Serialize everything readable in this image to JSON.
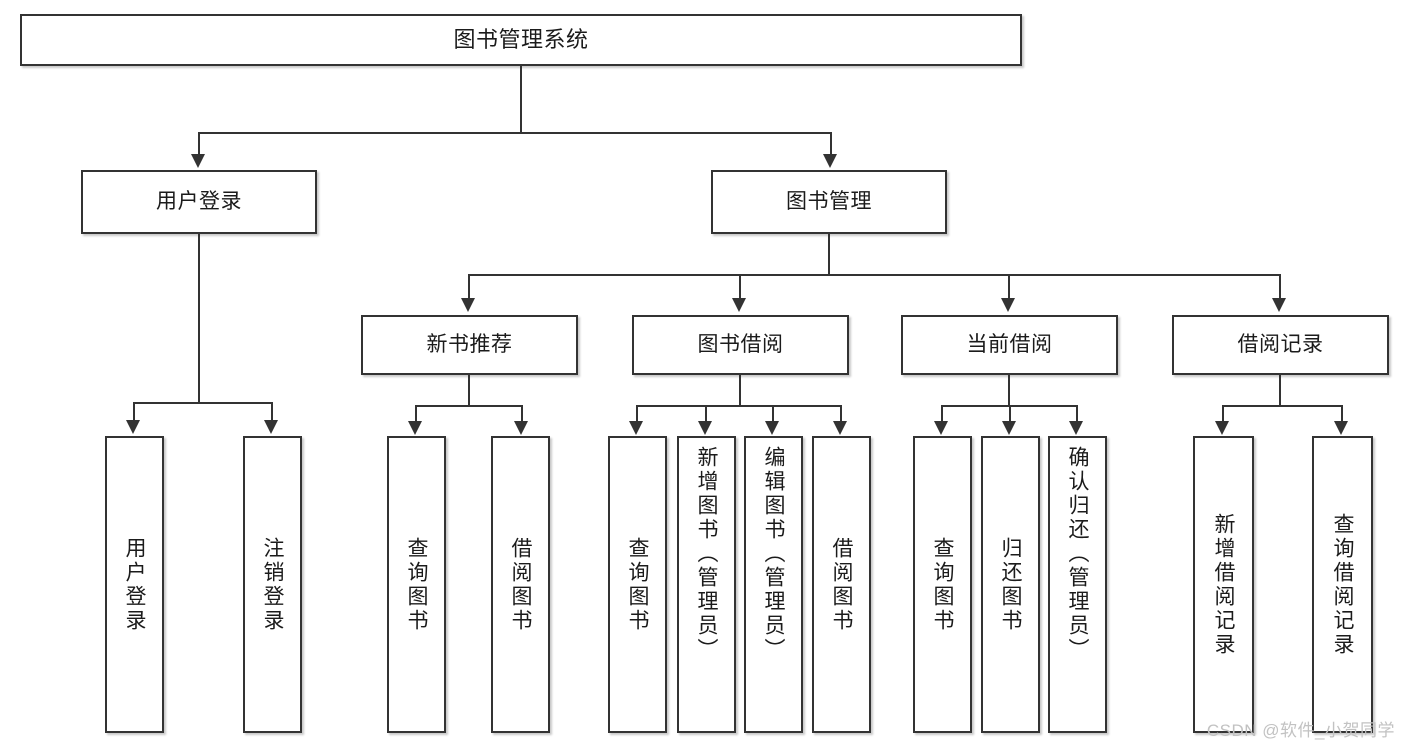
{
  "diagram": {
    "title": "图书管理系统",
    "type": "hierarchy-tree",
    "watermark": "CSDN @软件_小贺同学",
    "colors": {
      "stroke": "#333333",
      "fill": "#ffffff",
      "text": "#1b1b1b",
      "watermark": "#c2c2c2"
    },
    "levels": {
      "level1": [
        {
          "id": "root",
          "label": "图书管理系统"
        }
      ],
      "level2": [
        {
          "id": "user-login",
          "label": "用户登录"
        },
        {
          "id": "book-manage",
          "label": "图书管理"
        }
      ],
      "level3": [
        {
          "id": "new-book-recommend",
          "label": "新书推荐",
          "parent": "book-manage"
        },
        {
          "id": "book-borrow",
          "label": "图书借阅",
          "parent": "book-manage"
        },
        {
          "id": "current-borrow",
          "label": "当前借阅",
          "parent": "book-manage"
        },
        {
          "id": "borrow-record",
          "label": "借阅记录",
          "parent": "book-manage"
        }
      ],
      "level4": [
        {
          "id": "leaf-user-login",
          "label": "用户登录",
          "parent": "user-login"
        },
        {
          "id": "leaf-logout-login",
          "label": "注销登录",
          "parent": "user-login"
        },
        {
          "id": "leaf-query-book-1",
          "label": "查询图书",
          "parent": "new-book-recommend"
        },
        {
          "id": "leaf-borrow-book-1",
          "label": "借阅图书",
          "parent": "new-book-recommend"
        },
        {
          "id": "leaf-query-book-2",
          "label": "查询图书",
          "parent": "book-borrow"
        },
        {
          "id": "leaf-add-book",
          "label": "新增图书（管理员）",
          "parent": "book-borrow"
        },
        {
          "id": "leaf-edit-book",
          "label": "编辑图书（管理员）",
          "parent": "book-borrow"
        },
        {
          "id": "leaf-borrow-book-2",
          "label": "借阅图书",
          "parent": "book-borrow"
        },
        {
          "id": "leaf-query-book-3",
          "label": "查询图书",
          "parent": "current-borrow"
        },
        {
          "id": "leaf-return-book",
          "label": "归还图书",
          "parent": "current-borrow"
        },
        {
          "id": "leaf-confirm-return",
          "label": "确认归还（管理员）",
          "parent": "current-borrow"
        },
        {
          "id": "leaf-add-record",
          "label": "新增借阅记录",
          "parent": "borrow-record"
        },
        {
          "id": "leaf-query-record",
          "label": "查询借阅记录",
          "parent": "borrow-record"
        }
      ]
    }
  }
}
